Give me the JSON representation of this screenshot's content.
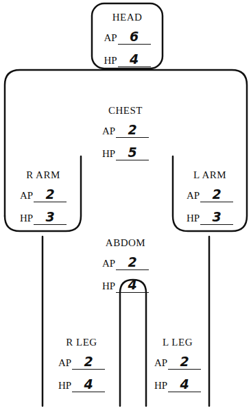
{
  "diagram": {
    "nodes": [
      {
        "text": [
          "HEAD",
          "AP",
          "6",
          "HP",
          "4"
        ]
      },
      {
        "text": [
          "CHEST",
          "AP",
          "2",
          "HP",
          "5"
        ]
      },
      {
        "text": [
          "R ARM",
          "AP",
          "2",
          "HP",
          "3"
        ]
      },
      {
        "text": [
          "L ARM",
          "AP",
          "2",
          "HP",
          "3"
        ]
      },
      {
        "text": [
          "ABDOM",
          "AP",
          "2",
          "HP",
          "4"
        ]
      },
      {
        "text": [
          "R LEG",
          "AP",
          "2",
          "HP",
          "4"
        ]
      },
      {
        "text": [
          "L LEG",
          "AP",
          "2",
          "HP",
          "4"
        ]
      }
    ]
  }
}
